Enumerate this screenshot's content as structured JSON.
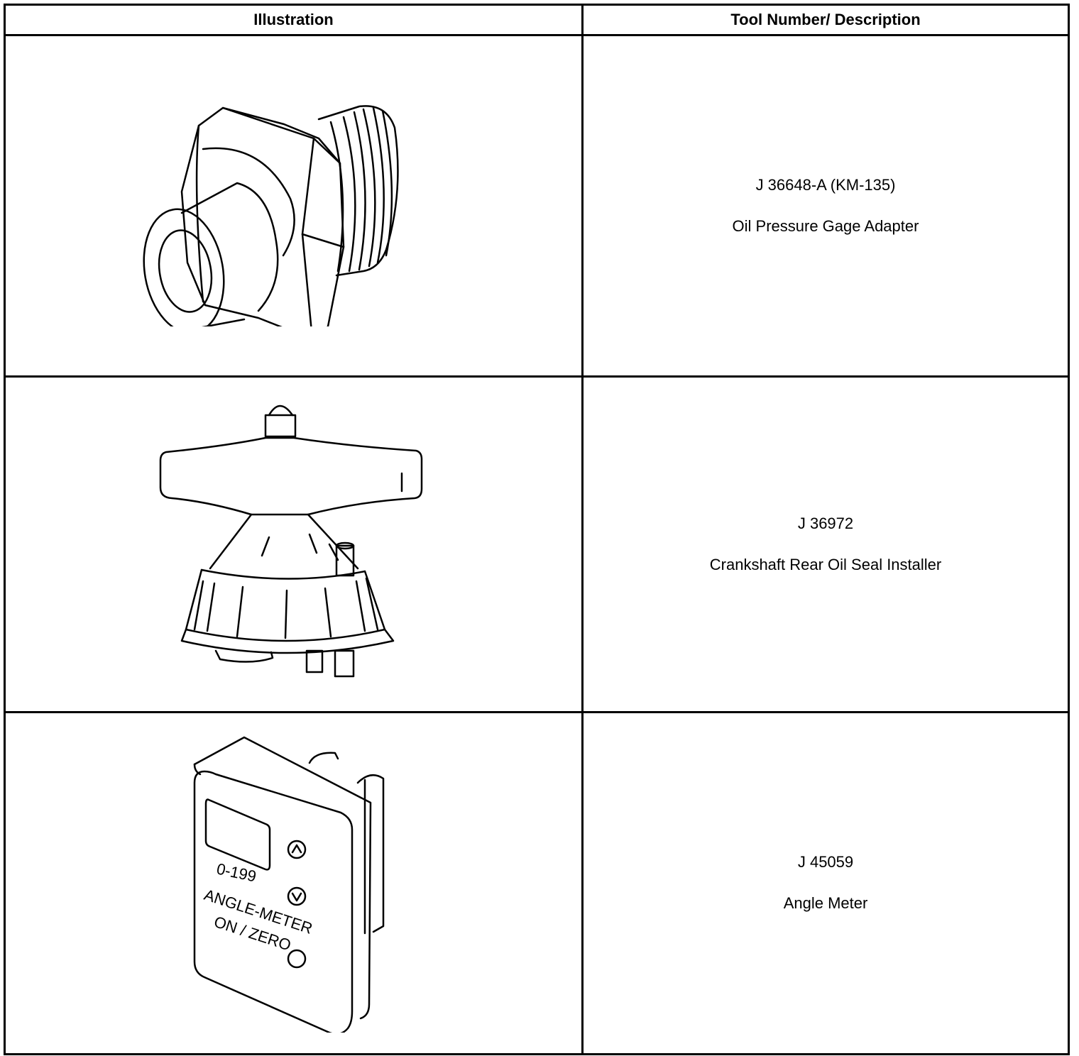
{
  "table": {
    "headers": {
      "illustration": "Illustration",
      "description": "Tool Number/ Description"
    },
    "rows": [
      {
        "tool_number": "J 36648-A (KM-135)",
        "description": "Oil Pressure Gage Adapter",
        "icon": "oil-pressure-gage-adapter-drawing"
      },
      {
        "tool_number": "J 36972",
        "description": "Crankshaft Rear Oil Seal Installer",
        "icon": "crankshaft-rear-oil-seal-installer-drawing"
      },
      {
        "tool_number": "J 45059",
        "description": "Angle Meter",
        "icon": "angle-meter-drawing"
      }
    ]
  },
  "angle_meter_face": {
    "range": "0-199",
    "name": "ANGLE-METER",
    "button": "ON / ZERO"
  }
}
